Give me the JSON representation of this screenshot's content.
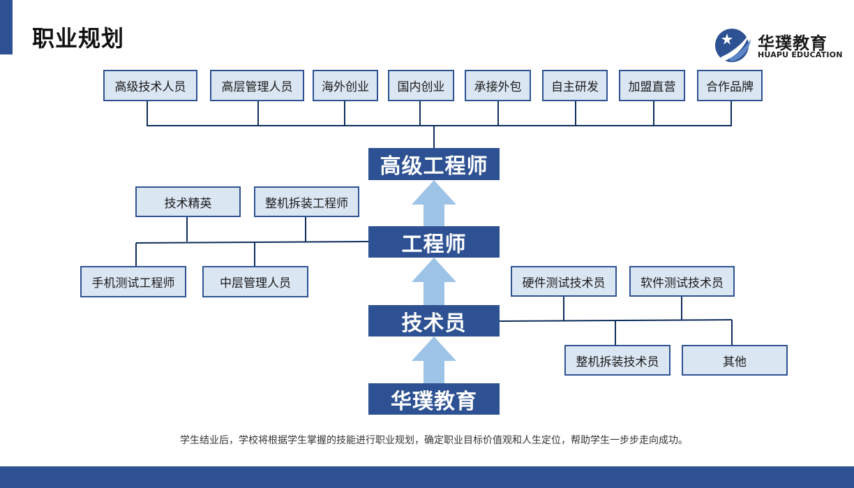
{
  "page": {
    "title": "职业规划"
  },
  "logo": {
    "name_cn": "华璞教育",
    "name_en": "HUAPU EDUCATION"
  },
  "levels": {
    "senior_engineer": "高级工程师",
    "engineer": "工程师",
    "technician": "技术员",
    "huapu": "华璞教育"
  },
  "senior_paths": [
    "高级技术人员",
    "高层管理人员",
    "海外创业",
    "国内创业",
    "承接外包",
    "自主研发",
    "加盟直营",
    "合作品牌"
  ],
  "engineer_paths": {
    "upper": [
      "技术精英",
      "整机拆装工程师"
    ],
    "lower": [
      "手机测试工程师",
      "中层管理人员"
    ]
  },
  "technician_paths": {
    "upper": [
      "硬件测试技术员",
      "软件测试技术员"
    ],
    "lower": [
      "整机拆装技术员",
      "其他"
    ]
  },
  "footer": {
    "note": "学生结业后，学校将根据学生掌握的技能进行职业规划，确定职业目标价值观和人生定位，帮助学生一步步走向成功。"
  },
  "colors": {
    "primary": "#2d5192",
    "node_fill": "#dbe6f3",
    "arrow": "#9dc3e6"
  }
}
